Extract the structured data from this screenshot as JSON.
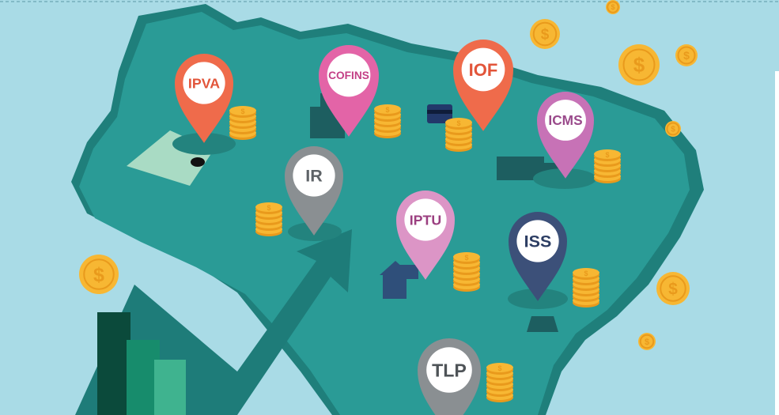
{
  "colors": {
    "background": "#a9dbe6",
    "map": "#2a9b96",
    "map_shadow": "#1f7f7b",
    "coin": "#f7b733",
    "coin_edge": "#e99a1c"
  },
  "coin_symbol": "$",
  "pins": [
    {
      "label": "IPVA",
      "color": "#ef6b4b",
      "text_color": "#e2553a"
    },
    {
      "label": "COFINS",
      "color": "#e364a7",
      "text_color": "#c33f86"
    },
    {
      "label": "IOF",
      "color": "#ef6b4b",
      "text_color": "#e2553a"
    },
    {
      "label": "ICMS",
      "color": "#c772b6",
      "text_color": "#9a4a8b"
    },
    {
      "label": "IR",
      "color": "#8a8f92",
      "text_color": "#5e6367"
    },
    {
      "label": "IPTU",
      "color": "#dc95c6",
      "text_color": "#9b3f80"
    },
    {
      "label": "ISS",
      "color": "#3c5079",
      "text_color": "#2c3d63"
    },
    {
      "label": "TLP",
      "color": "#8a8f92",
      "text_color": "#4e5357"
    }
  ]
}
